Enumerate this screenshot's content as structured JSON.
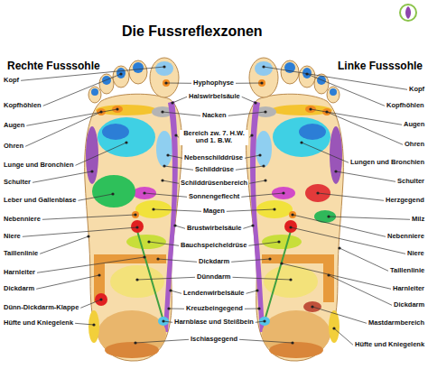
{
  "diagram": {
    "title": "Die Fussreflexzonen",
    "labels": [
      "Rechte Fusssohle",
      "Linke Fusssohle",
      "Kopf",
      "Kopfhöhlen",
      "Augen",
      "Ohren",
      "Lunge und Bronchien",
      "Schulter",
      "Leber und Gallenblase",
      "Nebenniere",
      "Niere",
      "Taillenlinie",
      "Harnleiter",
      "Dickdarm",
      "Dünn-Dickdarm-Klappe",
      "Hüfte und Kniegelenk",
      "Hyphophyse",
      "Halswirbelsäule",
      "Nacken",
      "Bereich zw. 7. H.W. und 1. B.W.",
      "Nebenschilddrüse",
      "Schilddrüse",
      "Schilddrüsenbereich",
      "Sonnengeflecht",
      "Magen",
      "Brustwirbelsäule",
      "Bauchspeicheldrüse",
      "Dickdarm",
      "Dünndarm",
      "Lendenwirbelsäule",
      "Kreuzbeingegend",
      "Harnblase und Steißbein",
      "Ischiasgegend",
      "Kopf",
      "Kopfhöhlen",
      "Augen",
      "Ohren",
      "Lungen und Bronchien",
      "Schulter",
      "Herzgegend",
      "Milz",
      "Nebenniere",
      "Niere",
      "Taillenlinie",
      "Harnleiter",
      "Dickdarm",
      "Mastdarmbereich",
      "Hüfte und Kniegelenk"
    ]
  }
}
